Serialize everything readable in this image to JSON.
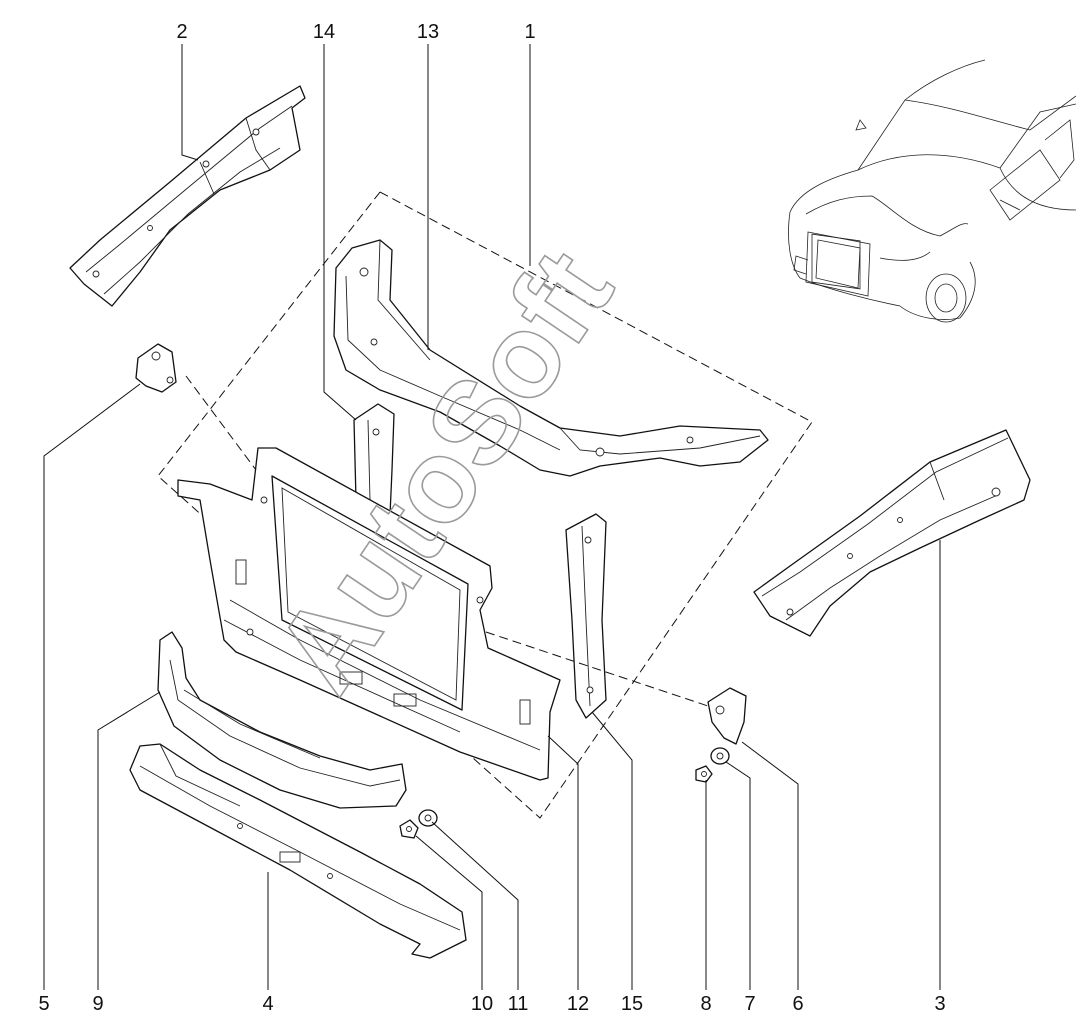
{
  "watermark": "AutoSoft",
  "callouts": [
    {
      "id": "c2",
      "label": "2"
    },
    {
      "id": "c14",
      "label": "14"
    },
    {
      "id": "c13",
      "label": "13"
    },
    {
      "id": "c1",
      "label": "1"
    },
    {
      "id": "c5",
      "label": "5"
    },
    {
      "id": "c9",
      "label": "9"
    },
    {
      "id": "c4",
      "label": "4"
    },
    {
      "id": "c10",
      "label": "10"
    },
    {
      "id": "c11",
      "label": "11"
    },
    {
      "id": "c12",
      "label": "12"
    },
    {
      "id": "c15",
      "label": "15"
    },
    {
      "id": "c8",
      "label": "8"
    },
    {
      "id": "c7",
      "label": "7"
    },
    {
      "id": "c6",
      "label": "6"
    },
    {
      "id": "c3",
      "label": "3"
    }
  ]
}
